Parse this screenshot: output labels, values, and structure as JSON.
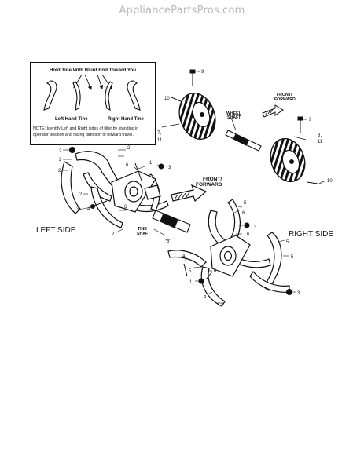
{
  "watermark": "AppliancePartsPros.com",
  "inset": {
    "title": "Hold Tine With Blunt End Toward You",
    "left_label": "Left Hand Tine",
    "right_label": "Right Hand Tine",
    "note_line1": "NOTE: Identify Left and Right sides of tiller by standing in",
    "note_line2": "operator position and facing direction of forward travel."
  },
  "side_labels": {
    "left": "LEFT SIDE",
    "right": "RIGHT SIDE"
  },
  "callouts": {
    "front_forward_1": "FRONT/",
    "front_forward_2": "FORWARD",
    "front_forward_small_1": "FRONT/",
    "front_forward_small_2": "FORWARD",
    "wheel_shaft_1": "WHEEL",
    "wheel_shaft_2": "SHAFT",
    "tine_shaft_1": "TINE",
    "tine_shaft_2": "SHAFT"
  },
  "part_numbers": {
    "p9_top": "9",
    "p10_left": "10",
    "p7_11": "7,",
    "p11_a": "11",
    "p9_right": "9",
    "p8": "8,",
    "p11_b": "11",
    "p10_right": "10",
    "l2_a": "2",
    "l2_b": "2",
    "l3_a": "3",
    "l2_c": "2",
    "l6_a": "6",
    "l1": "1",
    "l3_b": "3",
    "l4": "4",
    "l2_d": "2",
    "l2_e": "2",
    "l6_b": "6",
    "l2_f": "2",
    "r3_a": "3",
    "r6_a": "6",
    "r5_a": "5",
    "r5_b": "5",
    "r6_b": "6",
    "r4": "4",
    "r5_c": "5",
    "r6_c": "6",
    "r1": "1",
    "r5_d": "5",
    "r5_e": "5",
    "r5_f": "5",
    "r3_b": "3"
  }
}
